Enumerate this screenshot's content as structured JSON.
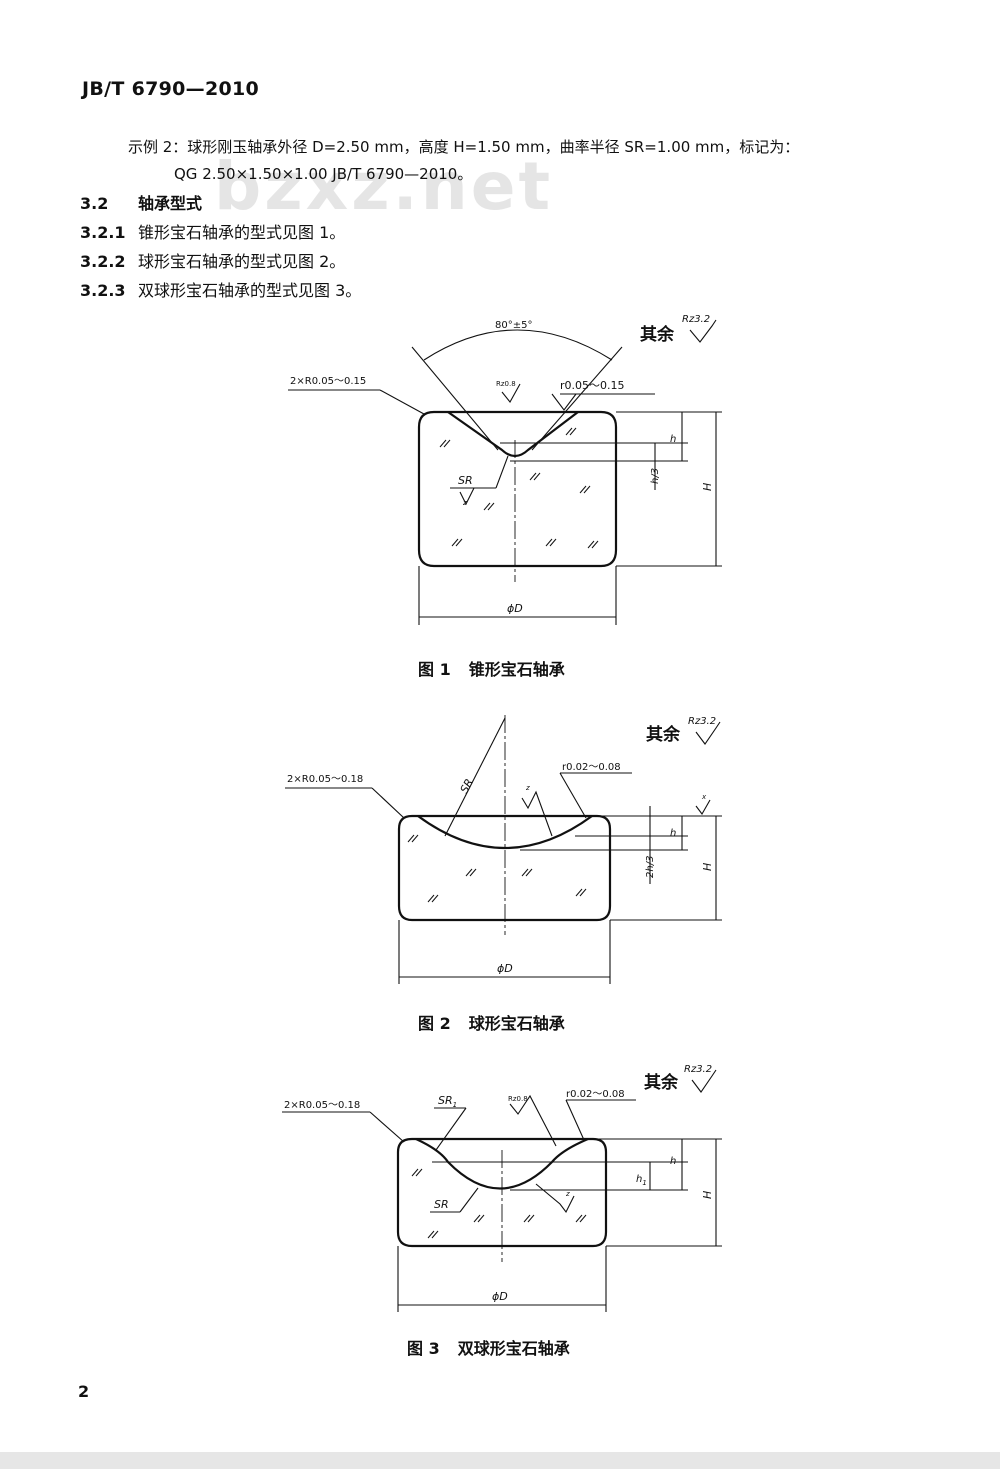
{
  "header": {
    "standard_number": "JB/T 6790—2010"
  },
  "watermark": "bzxz.net",
  "example": {
    "line1": "示例 2：球形刚玉轴承外径 D=2.50 mm，高度 H=1.50 mm，曲率半径 SR=1.00 mm，标记为：",
    "line2": "QG 2.50×1.50×1.00   JB/T 6790—2010。"
  },
  "sections": [
    {
      "num": "3.2",
      "text": "轴承型式"
    },
    {
      "num": "3.2.1",
      "text": "锥形宝石轴承的型式见图 1。"
    },
    {
      "num": "3.2.2",
      "text": "球形宝石轴承的型式见图 2。"
    },
    {
      "num": "3.2.3",
      "text": "双球形宝石轴承的型式见图 3。"
    }
  ],
  "figures": [
    {
      "caption_num": "图 1",
      "caption_text": "锥形宝石轴承",
      "labels": {
        "angle": "80°±5°",
        "rest": "其余",
        "rest_rz": "Rz3.2",
        "edge_radius": "2×R0.05～0.15",
        "rz_small": "Rz0.8",
        "fillet": "r0.05～0.15",
        "sr": "SR",
        "z": "z",
        "h": "h",
        "h3": "h/3",
        "H": "H",
        "D": "ϕD"
      }
    },
    {
      "caption_num": "图 2",
      "caption_text": "球形宝石轴承",
      "labels": {
        "rest": "其余",
        "rest_rz": "Rz3.2",
        "edge_radius": "2×R0.05～0.18",
        "sr": "SR",
        "fillet": "r0.02～0.08",
        "z": "z",
        "x": "x",
        "h": "h",
        "h23": "2h/3",
        "H": "H",
        "D": "ϕD"
      }
    },
    {
      "caption_num": "图 3",
      "caption_text": "双球形宝石轴承",
      "labels": {
        "rest": "其余",
        "rest_rz": "Rz3.2",
        "edge_radius": "2×R0.05～0.18",
        "sr1": "SR",
        "sr1_sub": "1",
        "rz_small": "Rz0.8",
        "fillet": "r0.02～0.08",
        "sr": "SR",
        "z": "z",
        "h": "h",
        "h1": "h",
        "h1_sub": "1",
        "H": "H",
        "D": "ϕD"
      }
    }
  ],
  "page_number": "2"
}
